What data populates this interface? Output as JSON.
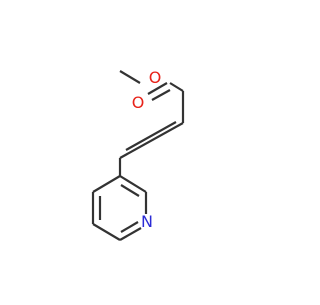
{
  "molecule": {
    "atoms": {
      "oxygen_carbonyl": "O",
      "oxygen_ester": "O",
      "nitrogen": "N"
    },
    "colors": {
      "bond": "#333333",
      "oxygen": "#e8231a",
      "nitrogen": "#2b2bd6",
      "background": "#ffffff"
    }
  }
}
